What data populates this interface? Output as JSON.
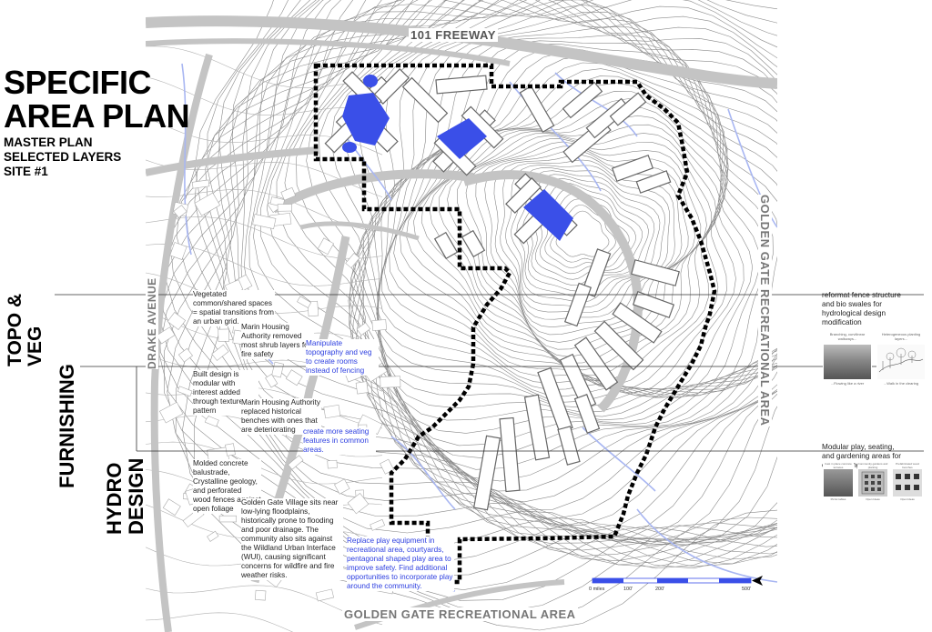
{
  "title": {
    "line1": "SPECIFIC",
    "line2": "AREA PLAN"
  },
  "subtitle": {
    "line1": "MASTER PLAN",
    "line2": "SELECTED LAYERS",
    "line3": "SITE #1"
  },
  "sections": {
    "topo_veg": "TOPO & VEG",
    "furnishing": "FURNISHING",
    "hydro_design": "HYDRO DESIGN"
  },
  "roads": {
    "freeway": "101 FREEWAY",
    "drake": "DRAKE AVENUE",
    "ggra_right": "GOLDEN GATE RECREATIONAL AREA",
    "ggra_bottom": "GOLDEN GATE RECREATIONAL AREA"
  },
  "notes": {
    "vegetated": "Vegetated common/shared spaces = spatial transitions from an urban grid.",
    "mha_shrub": "Marin Housing Authority removed most shrub layers for fire safety",
    "manipulate": "Manipulate topography and veg to create rooms instead of fencing",
    "modular": "Built design is modular with interest added through texture and pattern",
    "mha_benches": "Marin Housing Authority replaced historical benches with ones that are deteriorating",
    "seating": "create more seating features in common areas.",
    "molded": "Molded concrete balustrade, Crystalline geology, and perforated wood fences against open foliage",
    "ggv": "Golden Gate Village sits near low-lying floodplains, historically prone to flooding and poor drainage. The community also sits against the Wildland Urban Interface (WUI), causing significant concerns for wildfire and fire weather risks.",
    "replace_play": "Replace play equipment in recreational area, courtyards, pentagonal shaped play area to improve safety. Find additional opportunities to incorporate play around the community.",
    "reformat": "reformat fence structure and bio swales for hydrological design modification",
    "modular_play": "Modular play, seating, and gardening areas for communing."
  },
  "thumbnails": {
    "topo": [
      {
        "top": "Branching, curvilinear walkways...",
        "bottom": "...Flowing like a river"
      },
      {
        "top": "Heterogeneous planting layers...",
        "bottom": "...Walk in the clearing"
      }
    ],
    "furn": [
      {
        "top": "Cast in place concrete terraces",
        "bottom": "Picnic tables"
      },
      {
        "top": "Community gardens and planting",
        "bottom": "Open Ideas"
      },
      {
        "top": "Prefabricated wood benches",
        "bottom": "Open Ideas"
      }
    ]
  },
  "scale": {
    "labels": [
      "0 miles",
      "100'",
      "200'",
      "500'"
    ]
  },
  "colors": {
    "accent": "#3a4fe8",
    "contour": "#999999",
    "road": "#c8c8c8",
    "stream": "#9fb0f0"
  }
}
